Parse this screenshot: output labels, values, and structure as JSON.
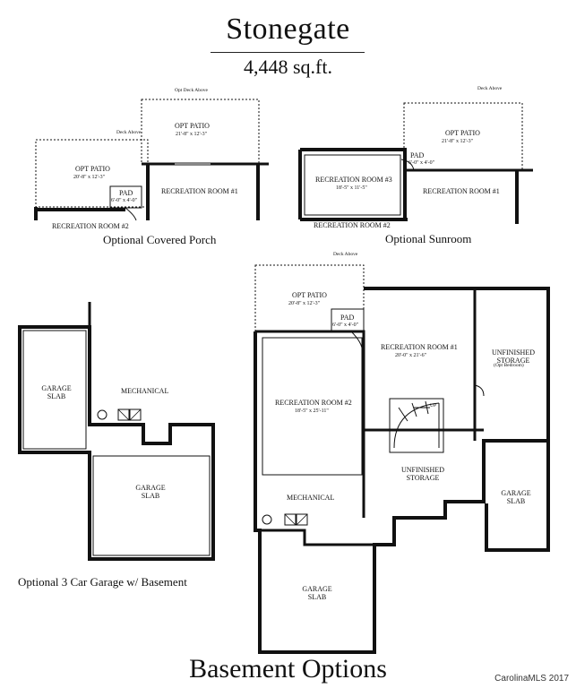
{
  "title": "Stonegate",
  "area": "4,448 sq.ft.",
  "footer_title": "Basement Options",
  "credit": "CarolinaMLS 2017",
  "porch": {
    "caption": "Optional Covered Porch",
    "deck_note_1": "Opt Deck Above",
    "deck_note_2": "Deck Above",
    "patio_1_label": "OPT PATIO",
    "patio_1_dim": "21'-8\" x 12'-3\"",
    "patio_2_label": "OPT PATIO",
    "patio_2_dim": "20'-8\" x 12'-3\"",
    "pad_label": "PAD",
    "pad_dim": "6'-0\" x 4'-0\"",
    "rec1_label": "RECREATION ROOM #1",
    "rec2_label": "RECREATION ROOM #2"
  },
  "sunroom": {
    "caption": "Optional Sunroom",
    "deck_note": "Deck Above",
    "patio_label": "OPT PATIO",
    "patio_dim": "21'-8\" x 12'-3\"",
    "pad_label": "PAD",
    "pad_dim": "6'-0\" x 4'-0\"",
    "rec3_label": "RECREATION ROOM #3",
    "rec3_dim": "18'-5\" x 11'-5\"",
    "rec1_label": "RECREATION ROOM #1",
    "rec2_label": "RECREATION ROOM #2"
  },
  "garage_option": {
    "caption": "Optional 3 Car Garage w/ Basement",
    "garage_slab_1": "GARAGE SLAB",
    "garage_slab_2": "GARAGE SLAB",
    "mechanical": "MECHANICAL"
  },
  "basement": {
    "deck_note": "Deck Above",
    "patio_label": "OPT PATIO",
    "patio_dim": "20'-8\" x 12'-3\"",
    "pad_label": "PAD",
    "pad_dim": "6'-0\" x 4'-0\"",
    "rec1_label": "RECREATION ROOM #1",
    "rec1_dim": "20'-0\" x 21'-6\"",
    "rec2_label": "RECREATION ROOM #2",
    "rec2_dim": "18'-5\" x 25'-11\"",
    "unfinished_storage_1": "UNFINISHED STORAGE",
    "unfinished_storage_1_note": "(Opt Bedroom)",
    "unfinished_storage_2": "UNFINISHED STORAGE",
    "mechanical": "MECHANICAL",
    "garage_slab_1": "GARAGE SLAB",
    "garage_slab_2": "GARAGE SLAB",
    "stair_label": "UP"
  }
}
